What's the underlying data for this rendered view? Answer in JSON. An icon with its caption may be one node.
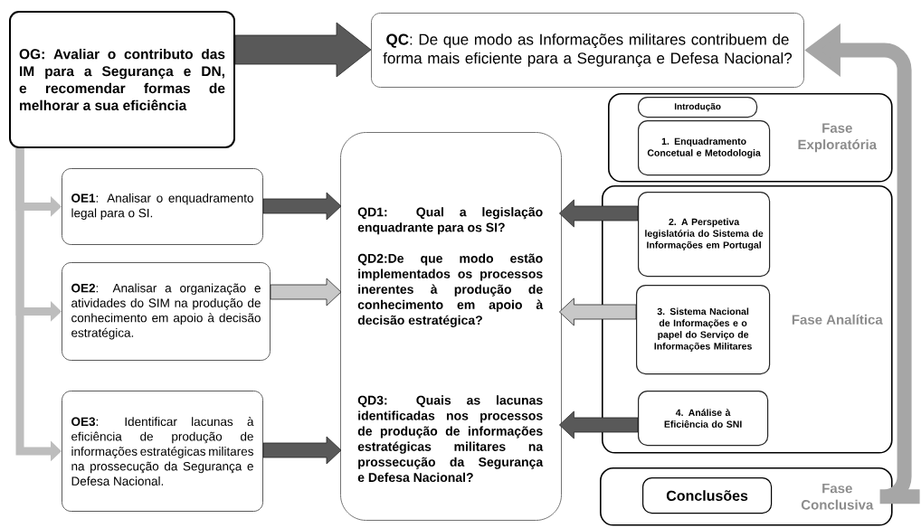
{
  "diagram": {
    "nodes": [
      {
        "text": [
          "OG: Avaliar o contributo das IM para a Segurança e DN, e recomendar formas de melhorar a sua eficiência"
        ]
      },
      {
        "text": [
          "**QC**: De que modo as Informações militares contribuem de forma mais eficiente para a Segurança e Defesa Nacional?"
        ]
      },
      {
        "text": [
          "Fase Exploratória"
        ]
      },
      {
        "text": [
          "Introdução"
        ],
        "in": 2
      },
      {
        "text": [
          "1. Enquadramento Concetual e Metodologia"
        ],
        "in": 2
      },
      {
        "text": [
          "**OE1**: Analisar o enquadramento legal para o SI."
        ]
      },
      {
        "text": [
          "**OE2**: Analisar a organização e atividades do SIM na produção de conhecimento em apoio à decisão estratégica."
        ]
      },
      {
        "text": [
          "**OE3**: Identificar lacunas à eficiência de produção de informações estratégicas militares na prossecução da Segurança e Defesa Nacional."
        ]
      },
      {
        "text": [],
        "shape": "box"
      },
      {
        "text": [
          "QD1: Qual a legislação enquadrante para os SI?"
        ],
        "in": 8
      },
      {
        "text": [
          "QD2:De que modo estão implementados os processos inerentes à produção de conhecimento em apoio à decisão estratégica?"
        ],
        "in": 8
      },
      {
        "text": [
          "QD3: Quais as lacunas identificadas nos processos de produção de informações estratégicas militares na prossecução da Segurança e Defesa Nacional?"
        ],
        "in": 8
      },
      {
        "text": [
          "Fase Analítica"
        ]
      },
      {
        "text": [
          "2. A Perspetiva legislatória do Sistema de Informações em Portugal"
        ],
        "in": 12
      },
      {
        "text": [
          "3. Sistema Nacional de Informações e o papel do Serviço de Informações Militares"
        ],
        "in": 12
      },
      {
        "text": [
          "4. Análise à Eficiência do SNI"
        ],
        "in": 12
      },
      {
        "text": [
          "Fase Conclusiva"
        ]
      },
      {
        "text": [
          "Conclusões"
        ],
        "in": 16
      }
    ],
    "edges": [
      {
        "from": 0,
        "to": 1,
        "arrow": "to",
        "color": "#595959"
      },
      {
        "from": 0,
        "to": 5,
        "arrow": "to",
        "color": "#bdbdbd"
      },
      {
        "from": 0,
        "to": 6,
        "arrow": "to",
        "color": "#bdbdbd"
      },
      {
        "from": 0,
        "to": 7,
        "arrow": "to",
        "color": "#bdbdbd"
      },
      {
        "from": 5,
        "to": 9,
        "arrow": "to",
        "color": "#595959"
      },
      {
        "from": 6,
        "to": 10,
        "arrow": "to",
        "color": "#c8c8c8"
      },
      {
        "from": 7,
        "to": 11,
        "arrow": "to",
        "color": "#595959"
      },
      {
        "from": 13,
        "to": 9,
        "arrow": "to",
        "color": "#595959"
      },
      {
        "from": 14,
        "to": 10,
        "arrow": "to",
        "color": "#c8c8c8"
      },
      {
        "from": 15,
        "to": 11,
        "arrow": "to",
        "color": "#595959"
      },
      {
        "from": 16,
        "to": 1,
        "arrow": "to",
        "color": "#a6a6a6"
      }
    ]
  }
}
